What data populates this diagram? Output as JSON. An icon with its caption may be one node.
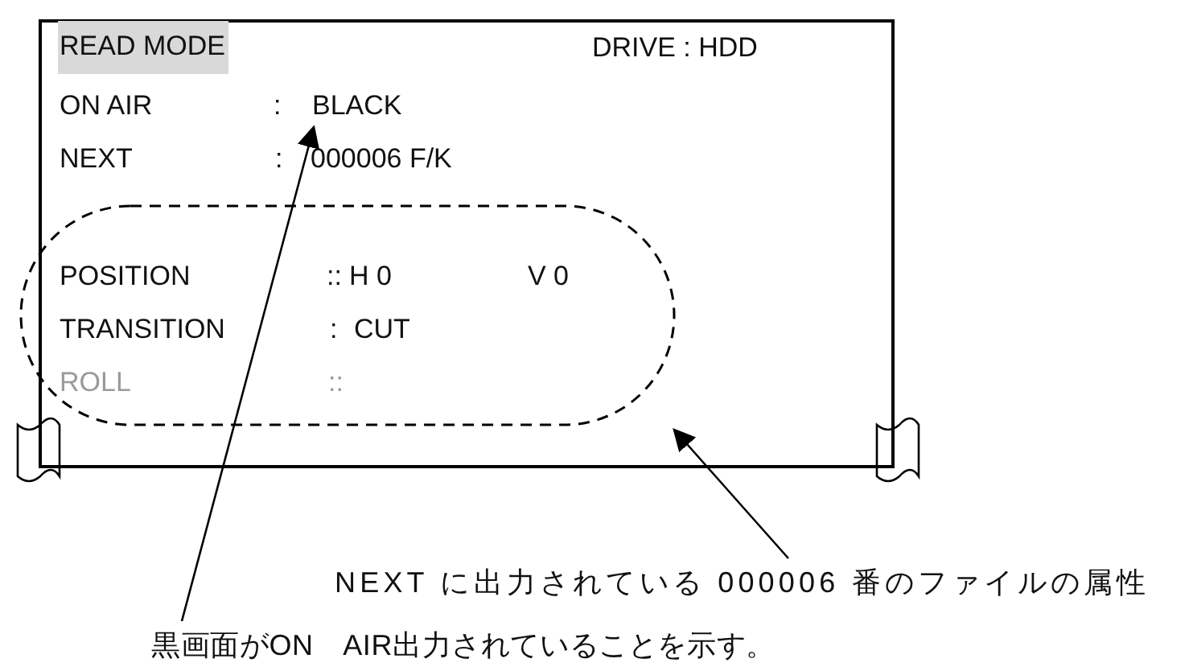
{
  "diagram": {
    "nodes": [
      {
        "text": [],
        "shape": "box"
      },
      {
        "text": [
          "BLACK"
        ],
        "in": 0
      },
      {
        "text": [
          "POSITION",
          "::",
          "H 0",
          "V 0",
          "TRANSITION",
          ":",
          "CUT",
          "ROLL",
          "::"
        ],
        "in": 0
      },
      {
        "text": [
          "NEXT に出力されている 000006 番のファイルの属性"
        ]
      },
      {
        "text": [
          "黒画面がON　AIR出力されていることを示す。"
        ]
      }
    ],
    "edges": [
      {
        "from": 4,
        "to": 1,
        "arrow": "to"
      },
      {
        "from": 3,
        "to": 2,
        "arrow": "to"
      }
    ],
    "labels": [
      "READ MODE",
      "DRIVE : HDD",
      "ON AIR",
      ":",
      "NEXT",
      ":",
      "000006 F/K"
    ]
  }
}
